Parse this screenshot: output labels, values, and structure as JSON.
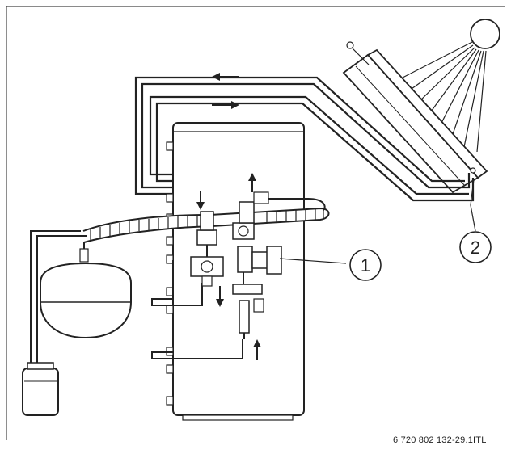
{
  "figure": {
    "callouts": [
      {
        "label": "1",
        "refers_to": "pump station"
      },
      {
        "label": "2",
        "refers_to": "solar collector sensor"
      }
    ],
    "reference_code": "6 720 802 132-29.1ITL",
    "flow_arrows": [
      "left",
      "right",
      "up",
      "down",
      "down",
      "up"
    ]
  }
}
